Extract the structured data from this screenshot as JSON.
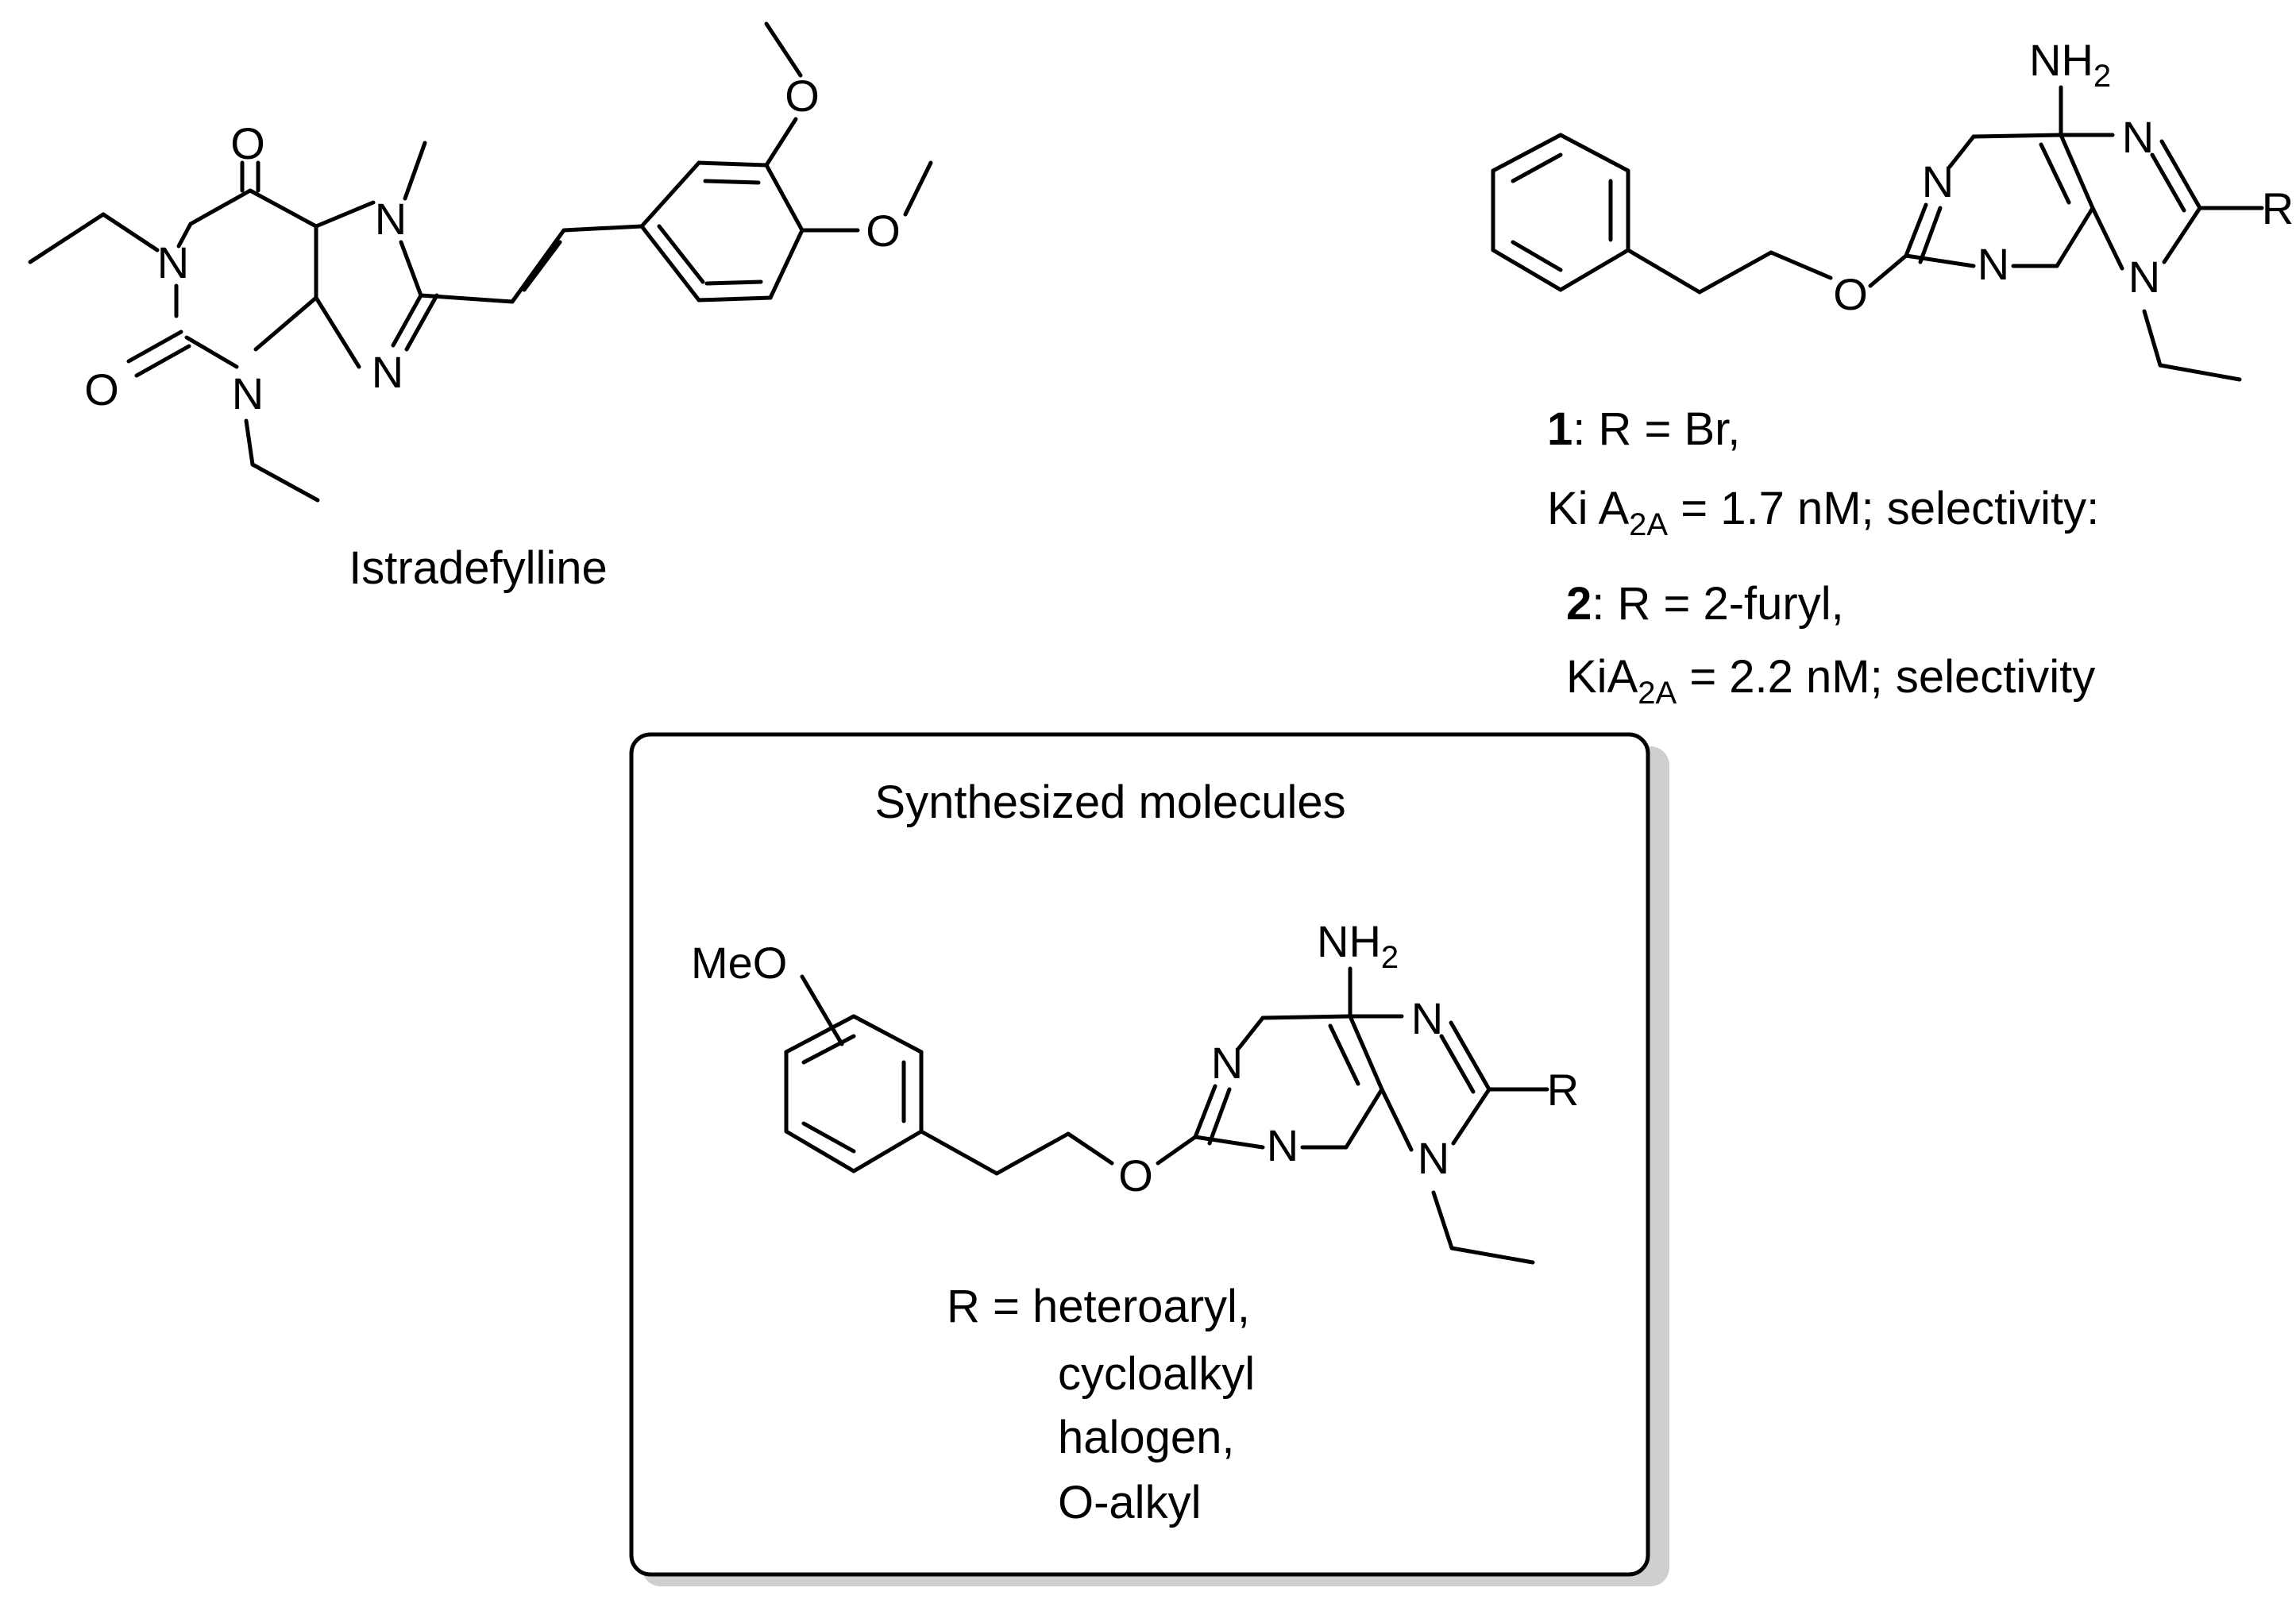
{
  "molecules": {
    "istradefylline": {
      "name": "Istradefylline",
      "atoms": {
        "o1": "O",
        "o2": "O",
        "n1": "N",
        "n3": "N",
        "n7": "N",
        "n9": "N",
        "ome1": "O",
        "ome2": "O"
      }
    },
    "compound_ref": {
      "atoms": {
        "nh": "NH",
        "nh_sub": "2",
        "n1": "N",
        "n3": "N",
        "n7": "N",
        "n9": "N",
        "o": "O",
        "r": "R"
      },
      "entries": [
        {
          "id": "1",
          "r_text": ": R = Br,",
          "ki_prefix": "Ki A",
          "ki_sub": "2A",
          "ki_suffix": " = 1.7 nM; selectivity:"
        },
        {
          "id": "2",
          "r_text": ": R = 2-furyl,",
          "ki_prefix": "KiA",
          "ki_sub": "2A",
          "ki_suffix": " = 2.2 nM; selectivity"
        }
      ]
    },
    "synthesized": {
      "box_title": "Synthesized molecules",
      "atoms": {
        "nh": "NH",
        "nh_sub": "2",
        "n1": "N",
        "n3": "N",
        "n7": "N",
        "n9": "N",
        "o": "O",
        "r": "R",
        "meo": "MeO"
      },
      "r_groups": [
        "R = heteroaryl,",
        "cycloalkyl",
        "halogen,",
        "O-alkyl"
      ]
    }
  }
}
